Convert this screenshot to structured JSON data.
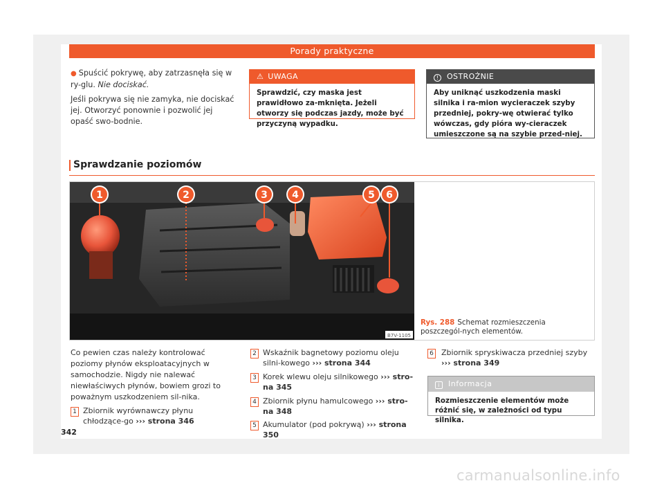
{
  "header": {
    "title": "Porady praktyczne"
  },
  "left_col": {
    "bullet_text": "Spuścić pokrywę, aby zatrzasnęła się w ry-glu.",
    "bullet_em": "Nie dociskać.",
    "para": "Jeśli pokrywa się nie zamyka, nie dociskać jej. Otworzyć ponownie i pozwolić jej opaść swo-bodnie."
  },
  "warning": {
    "title": "UWAGA",
    "body": "Sprawdzić, czy maska jest prawidłowo za-mknięta. Jeżeli otworzy się podczas jazdy, może być przyczyną wypadku."
  },
  "caution": {
    "title": "OSTROŻNIE",
    "body": "Aby uniknąć uszkodzenia maski silnika i ra-mion wycieraczek szyby przedniej, pokry-wę otwierać tylko wówczas, gdy pióra wy-cieraczek umieszczone są na szybie przed-niej."
  },
  "section": {
    "title": "Sprawdzanie poziomów"
  },
  "figure": {
    "number": "Rys. 288",
    "caption": "Schemat rozmieszczenia poszczegól-nych elementów.",
    "code": "B7V-1105",
    "callouts": [
      "1",
      "2",
      "3",
      "4",
      "5",
      "6"
    ]
  },
  "body_text": "Co pewien czas należy kontrolować poziomy płynów eksploatacyjnych w samochodzie. Nigdy nie nalewać niewłaściwych płynów, bowiem grozi to poważnym uszkodzeniem sil-nika.",
  "items": [
    {
      "num": "1",
      "text": "Zbiornik wyrównawczy płynu chłodzące-go",
      "ref": "››› strona 346"
    },
    {
      "num": "2",
      "text": "Wskaźnik bagnetowy poziomu oleju silni-kowego",
      "ref": "››› strona 344"
    },
    {
      "num": "3",
      "text": "Korek wlewu oleju silnikowego",
      "ref": "››› stro-na 345"
    },
    {
      "num": "4",
      "text": "Zbiornik płynu hamulcowego",
      "ref": "››› stro-na 348"
    },
    {
      "num": "5",
      "text": "Akumulator (pod pokrywą)",
      "ref": "››› strona 350"
    },
    {
      "num": "6",
      "text": "Zbiornik spryskiwacza przedniej szyby",
      "ref": "››› strona 349"
    }
  ],
  "info": {
    "title": "Informacja",
    "body": "Rozmieszczenie elementów może różnić się, w zależności od typu silnika."
  },
  "page_number": "342",
  "watermark": "carmanualsonline.info",
  "colors": {
    "accent": "#ef5a2c",
    "caution": "#4a4a4a",
    "info": "#c7c7c7"
  }
}
